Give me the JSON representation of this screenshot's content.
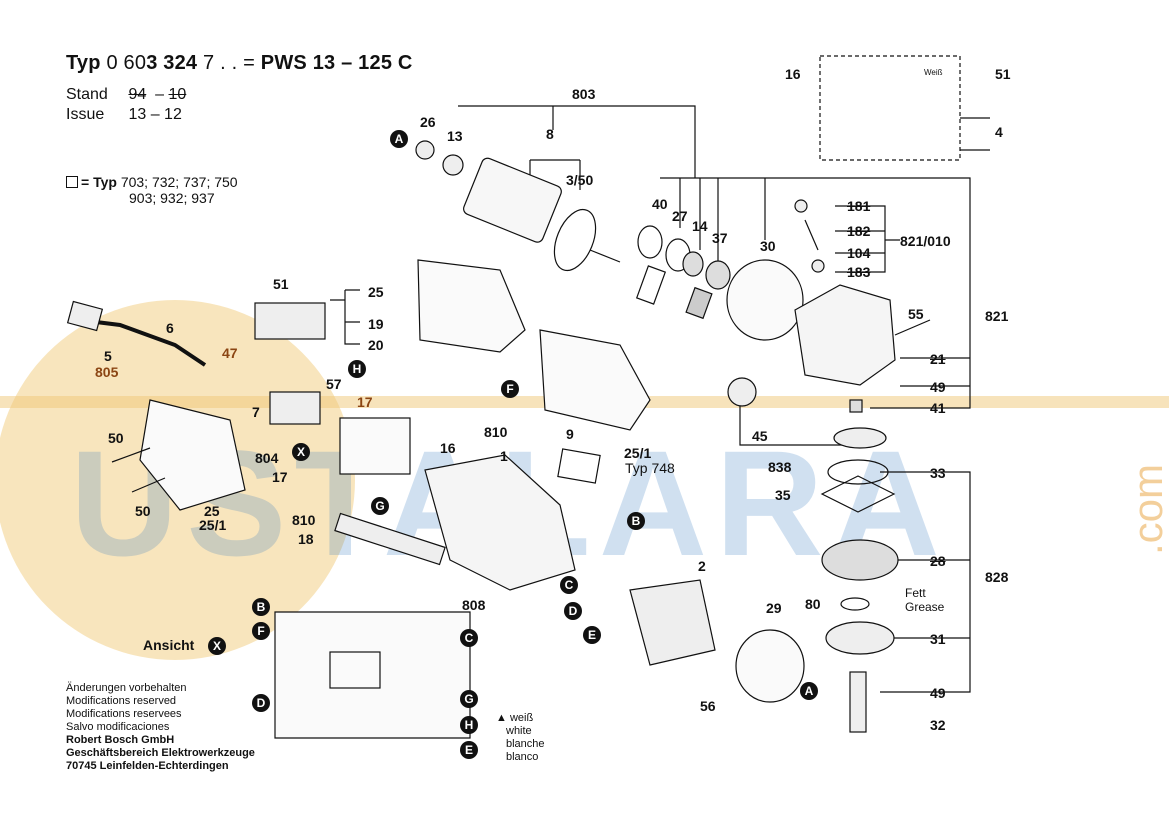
{
  "header": {
    "typ_prefix": "Typ",
    "typ_number_a": "0 60",
    "typ_number_b": "3 324",
    "typ_number_c": "7 . . =",
    "model": "PWS 13 – 125 C",
    "stand_label": "Stand",
    "stand_old": "94",
    "stand_new": "10",
    "issue_label": "Issue",
    "issue_value": "13 – 12"
  },
  "typ_note": {
    "label": "= Typ",
    "line1": "703; 732; 737; 750",
    "line2": "903; 932; 937"
  },
  "ansicht": {
    "label": "Ansicht"
  },
  "footer_notes": {
    "line1": "Änderungen vorbehalten",
    "line2": "Modifications reserved",
    "line3": "Modifications reservees",
    "line4": "Salvo modificaciones",
    "company1": "Robert Bosch GmbH",
    "company2": "Geschäftsbereich Elektrowerkzeuge",
    "company3": "70745 Leinfelden-Echterdingen"
  },
  "white_note": {
    "line1": "weiß",
    "line2": "white",
    "line3": "blanche",
    "line4": "blanco"
  },
  "fett_note": {
    "line1": "Fett",
    "line2": "Grease"
  },
  "schematic": {
    "weiss": "Weiß"
  },
  "typ748": "Typ  748",
  "watermark": {
    "text": "USTALARA",
    "suffix": ".com",
    "color": "#1f6fb5",
    "accent": "#e8a13a"
  },
  "part_labels": {
    "p803": "803",
    "p26": "26",
    "p13": "13",
    "p8": "8",
    "p3_50": "3/50",
    "p16": "16",
    "p51_top": "51",
    "p4": "4",
    "p40": "40",
    "p27": "27",
    "p14": "14",
    "p37": "37",
    "p30": "30",
    "p181": "181",
    "p182": "182",
    "p104": "104",
    "p183": "183",
    "p821_010": "821/010",
    "p821": "821",
    "p55": "55",
    "p21": "21",
    "p49a": "49",
    "p41": "41",
    "p51": "51",
    "p25": "25",
    "p19": "19",
    "p20": "20",
    "p6": "6",
    "p5": "5",
    "p805": "805",
    "p47": "47",
    "p57": "57",
    "p7": "7",
    "p17a": "17",
    "p810a": "810",
    "p16b": "16",
    "p9": "9",
    "p25_1": "25/1",
    "p1": "1",
    "p50a": "50",
    "p804": "804",
    "p17b": "17",
    "p810b": "810",
    "p50b": "50",
    "p25b": "25",
    "p25_1b": "25/1",
    "p18": "18",
    "p808": "808",
    "p45": "45",
    "p838": "838",
    "p33": "33",
    "p35": "35",
    "p28": "28",
    "p828": "828",
    "p80": "80",
    "p31": "31",
    "p49b": "49",
    "p32": "32",
    "p2": "2",
    "p29": "29",
    "p56": "56"
  },
  "callouts": {
    "A": "A",
    "B": "B",
    "C": "C",
    "D": "D",
    "E": "E",
    "F": "F",
    "G": "G",
    "H": "H",
    "X": "X"
  }
}
